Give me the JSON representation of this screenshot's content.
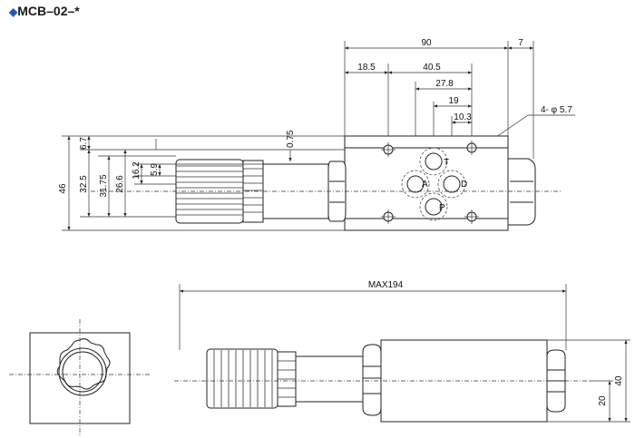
{
  "title": {
    "marker": "◆",
    "model": "MCB–02–*"
  },
  "dims_top": [
    "90",
    "7",
    "18.5",
    "40.5",
    "27.8",
    "19",
    "10.3",
    "4- φ 5.7"
  ],
  "dims_left": [
    "0.75",
    "6.7",
    "5.9",
    "16.2",
    "26.6",
    "31.75",
    "32.5",
    "46"
  ],
  "ports": {
    "t": "T",
    "a": "A",
    "d": "D",
    "p": "P"
  },
  "dims_bottom": {
    "max_length": "MAX194",
    "height": "40",
    "half_height": "20"
  }
}
